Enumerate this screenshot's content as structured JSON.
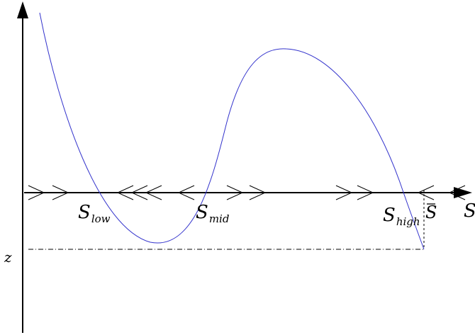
{
  "diagram": {
    "axes": {
      "horizontal_label": "S",
      "vertical_label": "z"
    },
    "equilibria": [
      {
        "main": "S",
        "sub": "low"
      },
      {
        "main": "S",
        "sub": "mid"
      },
      {
        "main": "S",
        "sub": "high"
      }
    ],
    "upper_bound": {
      "main": "S",
      "accent": "bar"
    },
    "flow_directions": [
      "right",
      "right",
      "left",
      "left",
      "left",
      "left",
      "right",
      "right",
      "right",
      "right",
      "left",
      "left"
    ],
    "colors": {
      "axes": "#000000",
      "curve": "#3333cc",
      "guide_lines": "#000000"
    }
  }
}
